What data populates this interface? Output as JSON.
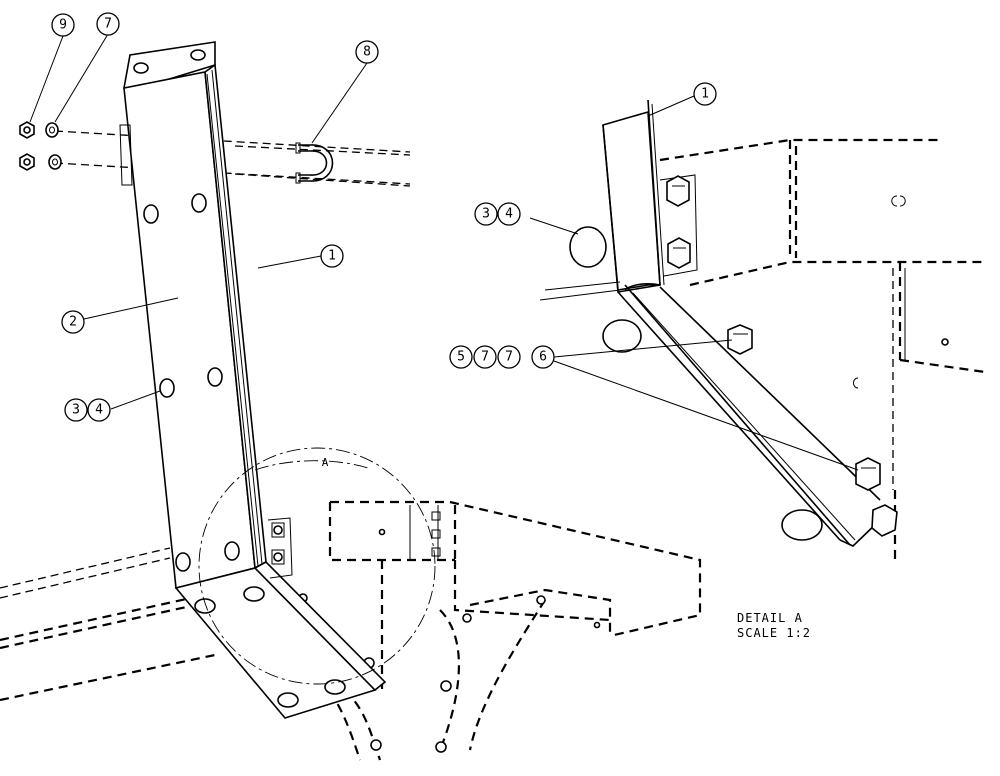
{
  "balloons": {
    "b9": "9",
    "b7_top": "7",
    "b8": "8",
    "b1_main": "1",
    "b2": "2",
    "b3_main": "3",
    "b4_main": "4",
    "b1_detail": "1",
    "b3_detail": "3",
    "b4_detail": "4",
    "b5": "5",
    "b7a": "7",
    "b7b": "7",
    "b6": "6"
  },
  "detail_view_label": "A",
  "detail_note": {
    "line1": "DETAIL  A",
    "line2": "SCALE  1:2"
  }
}
